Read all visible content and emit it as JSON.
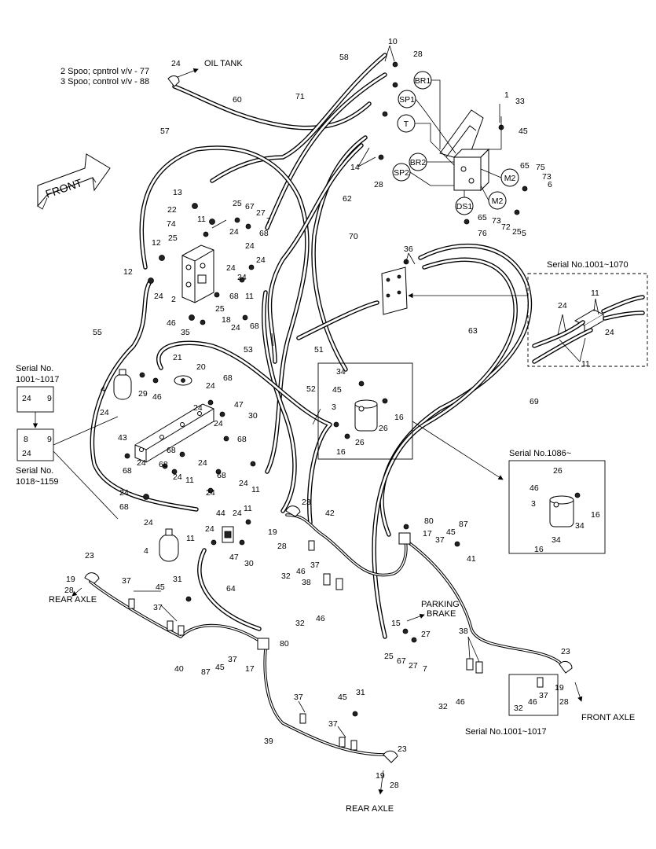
{
  "texts": {
    "oil_tank": "OIL TANK",
    "spool2": "2 Spoo; cpntrol v/v - 77",
    "spool3": "3 Spoo; control v/v - 88",
    "front": "FRONT",
    "parking1": "PARKING",
    "parking2": "BRAKE",
    "rear_axle": "REAR AXLE",
    "front_axle": "FRONT AXLE",
    "serial_1001_1070": "Serial No.1001~1070",
    "serial_no": "Serial No.",
    "serial_1001_1017_short": "1001~1017",
    "serial_1018_1159": "1018~1159",
    "serial_1086": "Serial No.1086~",
    "serial_1001_1017": "Serial No.1001~1017"
  },
  "ports": {
    "br1": "BR1",
    "sp1": "SP1",
    "t": "T",
    "br2": "BR2",
    "sp2": "SP2",
    "m2a": "M2",
    "m2b": "M2",
    "ds1": "DS1"
  },
  "callouts": {
    "c_24a": "24",
    "c_58": "58",
    "c_10": "10",
    "c_28a": "28",
    "c_1": "1",
    "c_33": "33",
    "c_45a": "45",
    "c_60": "60",
    "c_71": "71",
    "c_14": "14",
    "c_28b": "28",
    "c_57": "57",
    "c_62": "62",
    "c_65a": "65",
    "c_75": "75",
    "c_73a": "73",
    "c_6": "6",
    "c_13": "13",
    "c_22": "22",
    "c_25a": "25",
    "c_67a": "67",
    "c_27a": "27",
    "c_7a": "7",
    "c_11a": "11",
    "c_74": "74",
    "c_24b": "24",
    "c_68a": "68",
    "c_25b": "25",
    "c_65b": "65",
    "c_73b": "73",
    "c_72": "72",
    "c_25c": "25",
    "c_5": "5",
    "c_76": "76",
    "c_70": "70",
    "c_12a": "12",
    "c_24c": "24",
    "c_24d": "24",
    "c_12b": "12",
    "c_24e": "24",
    "c_24f": "24",
    "c_68b": "68",
    "c_11b": "11",
    "c_24g": "24",
    "c_2": "2",
    "c_25d": "25",
    "c_18": "18",
    "c_46a": "46",
    "c_68c": "68",
    "c_24h": "24",
    "c_35": "35",
    "c_36": "36",
    "c_24i": "24",
    "c_11c": "11",
    "c_24j": "24",
    "c_11d": "11",
    "c_55": "55",
    "c_53": "53",
    "c_51": "51",
    "c_63": "63",
    "c_21": "21",
    "c_20": "20",
    "c_34a": "34",
    "c_45b": "45",
    "c_52": "52",
    "c_3a": "3",
    "c_26a": "26",
    "c_16a": "16",
    "c_16b": "16",
    "c_26b": "26",
    "c_4a": "4",
    "c_29": "29",
    "c_46b": "46",
    "c_24k": "24",
    "c_68d": "68",
    "c_24l": "24",
    "c_47a": "47",
    "c_30a": "30",
    "c_24m": "24",
    "c_68e": "68",
    "c_69": "69",
    "c_24n": "24",
    "c_9a": "9",
    "c_43": "43",
    "c_8": "8",
    "c_9b": "9",
    "c_24o": "24",
    "c_24p": "24",
    "c_68f": "68",
    "c_68g": "68",
    "c_24q": "24",
    "c_24r": "24",
    "c_11e": "11",
    "c_68h": "68",
    "c_24s": "24",
    "c_11f": "11",
    "c_24t": "24",
    "c_68i": "68",
    "c_24u": "24",
    "c_26c": "26",
    "c_46c": "46",
    "c_3b": "3",
    "c_16c": "16",
    "c_34b": "34",
    "c_16d": "16",
    "c_34c": "34",
    "c_24v": "24",
    "c_68j": "68",
    "c_24w": "24",
    "c_23a": "23",
    "c_42": "42",
    "c_19a": "19",
    "c_28c": "28",
    "c_44": "44",
    "c_24x": "24",
    "c_11g": "11",
    "c_4b": "4",
    "c_11h": "11",
    "c_24y": "24",
    "c_47b": "47",
    "c_30b": "30",
    "c_80a": "80",
    "c_87a": "87",
    "c_45c": "45",
    "c_17a": "17",
    "c_37a": "37",
    "c_41": "41",
    "c_32a": "32",
    "c_46d": "46",
    "c_37b": "37",
    "c_38a": "38",
    "c_23b": "23",
    "c_19b": "19",
    "c_28d": "28",
    "c_37c": "37",
    "c_45d": "45",
    "c_31a": "31",
    "c_37d": "37",
    "c_64": "64",
    "c_32b": "32",
    "c_46e": "46",
    "c_15": "15",
    "c_27b": "27",
    "c_25e": "25",
    "c_67b": "67",
    "c_27c": "27",
    "c_7b": "7",
    "c_38b": "38",
    "c_80b": "80",
    "c_87b": "87",
    "c_45e": "45",
    "c_37e": "37",
    "c_40": "40",
    "c_17b": "17",
    "c_32c": "32",
    "c_46f": "46",
    "c_23c": "23",
    "c_19c": "19",
    "c_28e": "28",
    "c_32d": "32",
    "c_46g": "46",
    "c_37f": "37",
    "c_37g": "37",
    "c_45f": "45",
    "c_31b": "31",
    "c_37h": "37",
    "c_39": "39",
    "c_23d": "23",
    "c_19d": "19",
    "c_28f": "28"
  }
}
